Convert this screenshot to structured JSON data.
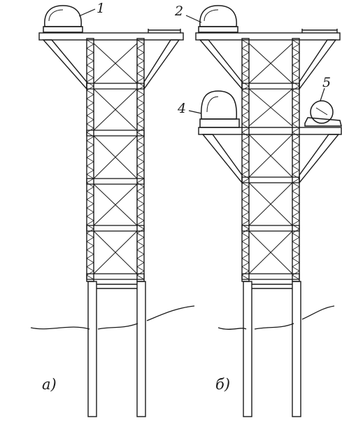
{
  "figure": {
    "variants": [
      {
        "id": "a",
        "caption": "а)"
      },
      {
        "id": "b",
        "caption": "б)"
      }
    ],
    "callouts": [
      {
        "id": "1",
        "text": "1"
      },
      {
        "id": "2",
        "text": "2"
      },
      {
        "id": "4",
        "text": "4"
      },
      {
        "id": "5",
        "text": "5"
      }
    ]
  }
}
